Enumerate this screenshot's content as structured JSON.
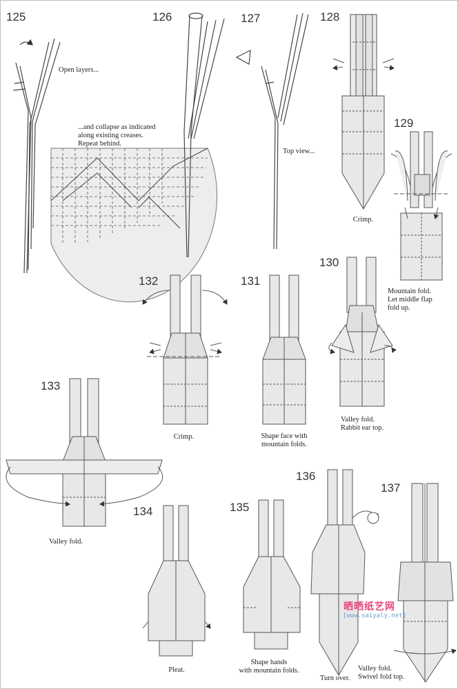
{
  "steps": {
    "s125": {
      "number": "125"
    },
    "s126": {
      "number": "126"
    },
    "s127": {
      "number": "127"
    },
    "s128": {
      "number": "128"
    },
    "s129": {
      "number": "129"
    },
    "s130": {
      "number": "130"
    },
    "s131": {
      "number": "131"
    },
    "s132": {
      "number": "132"
    },
    "s133": {
      "number": "133"
    },
    "s134": {
      "number": "134"
    },
    "s135": {
      "number": "135"
    },
    "s136": {
      "number": "136"
    },
    "s137": {
      "number": "137"
    }
  },
  "captions": {
    "open_layers": "Open layers...",
    "collapse": "...and collapse as indicated\nalong existing creases.\nRepeat behind.",
    "top_view": "Top view...",
    "crimp_128": "Crimp.",
    "mountain_129": "Mountain fold.\nLet middle flap\nfold up.",
    "valley_130": "Valley fold.\nRabbit ear top.",
    "shape_face_131": "Shape face with\nmountain folds.",
    "crimp_132": "Crimp.",
    "valley_133": "Valley fold.",
    "pleat_134": "Pleat.",
    "shape_hands_135": "Shape hands\nwith mountain folds.",
    "turn_over_136": "Turn over.",
    "valley_137": "Valley fold.\nSwivel fold top."
  },
  "watermark": {
    "cn": "晒晒纸艺网",
    "url": "[www.saiyaly.net]"
  }
}
